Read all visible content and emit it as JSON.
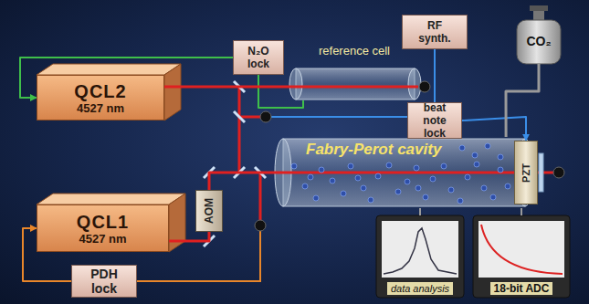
{
  "diagram": {
    "nodes": [
      {
        "text": [
          "QCL2",
          "4527 nm"
        ]
      },
      {
        "text": [
          "N₂O",
          "lock"
        ]
      },
      {
        "text": [
          "reference cell"
        ]
      },
      {
        "text": [
          "RF synth."
        ]
      },
      {
        "text": [
          "beat note lock"
        ]
      },
      {
        "text": [
          "CO₂"
        ]
      },
      {
        "text": [
          "QCL1",
          "4527 nm"
        ]
      },
      {
        "text": [
          "AOM"
        ]
      },
      {
        "text": [
          "Fabry-Perot cavity"
        ]
      },
      {
        "text": [
          "PZT"
        ],
        "in": 8
      },
      {
        "text": [
          "PDH",
          "lock"
        ]
      },
      {
        "text": [
          "data analysis"
        ]
      },
      {
        "text": [
          "18-bit ADC"
        ]
      }
    ],
    "edges": [
      {
        "from": 2,
        "to": 1,
        "arrow": "none"
      },
      {
        "from": 1,
        "to": 0,
        "arrow": "to"
      },
      {
        "from": 3,
        "to": 4,
        "arrow": "none"
      },
      {
        "from": 4,
        "to": 9,
        "arrow": "to"
      },
      {
        "from": 5,
        "to": 8,
        "arrow": "none"
      },
      {
        "from": 10,
        "to": 6,
        "arrow": "to"
      },
      {
        "from": 8,
        "to": 11,
        "arrow": "none"
      },
      {
        "from": 8,
        "to": 12,
        "arrow": "none"
      },
      {
        "from": 0,
        "to": 2,
        "arrow": "none"
      },
      {
        "from": 6,
        "to": 7,
        "arrow": "none"
      },
      {
        "from": 7,
        "to": 8,
        "arrow": "none"
      }
    ]
  }
}
